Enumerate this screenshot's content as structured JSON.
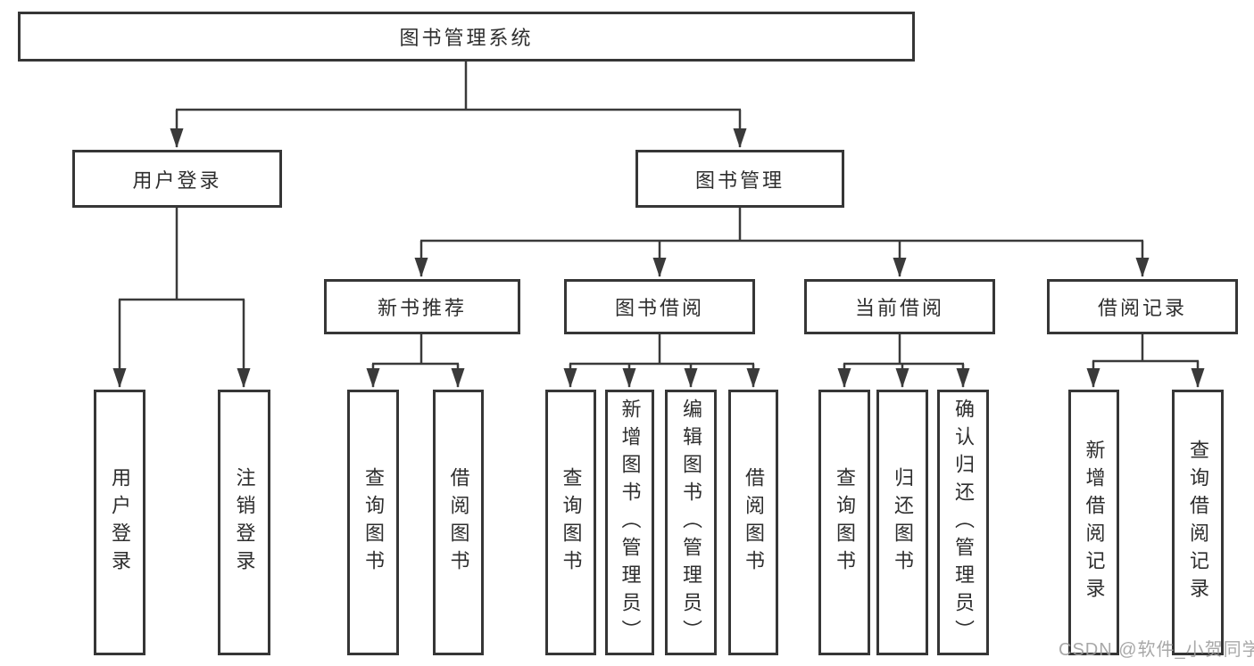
{
  "diagram": {
    "root": "图书管理系统",
    "branches": [
      {
        "label": "用户登录",
        "children": [
          "用户登录",
          "注销登录"
        ]
      },
      {
        "label": "图书管理",
        "groups": [
          {
            "label": "新书推荐",
            "children": [
              "查询图书",
              "借阅图书"
            ]
          },
          {
            "label": "图书借阅",
            "children": [
              "查询图书",
              "新增图书（管理员）",
              "编辑图书（管理员）",
              "借阅图书"
            ]
          },
          {
            "label": "当前借阅",
            "children": [
              "查询图书",
              "归还图书",
              "确认归还（管理员）"
            ]
          },
          {
            "label": "借阅记录",
            "children": [
              "新增借阅记录",
              "查询借阅记录"
            ]
          }
        ]
      }
    ]
  },
  "watermark": "CSDN @软件_小贺同学",
  "colors": {
    "line": "#3a3a3a",
    "box_border": "#363636",
    "text": "#2e2e2e",
    "background": "#ffffff",
    "watermark": "#9e9e9e"
  }
}
